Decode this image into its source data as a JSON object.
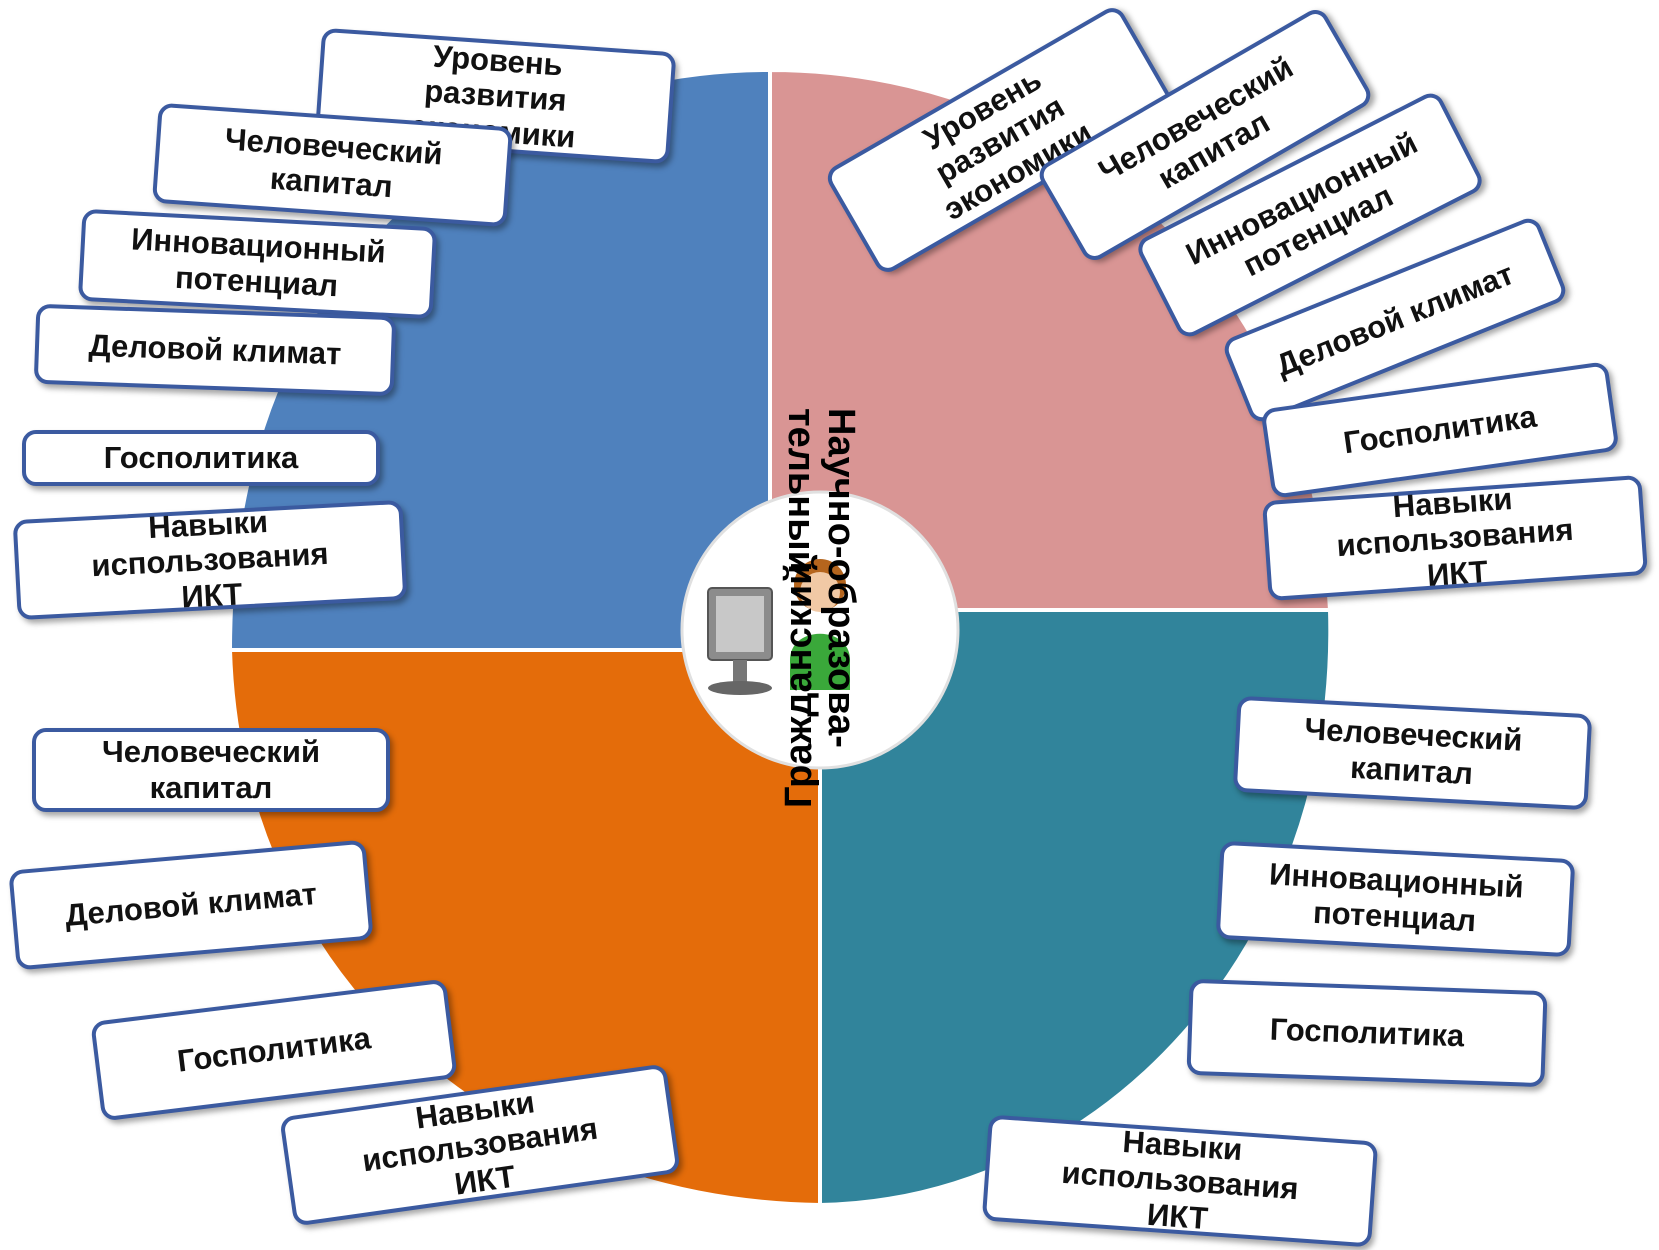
{
  "colors": {
    "top_left": "#4f81bd",
    "top_right": "#d99594",
    "bottom_left": "#e46c0a",
    "bottom_right": "#31849b",
    "label_border": "#3b5aa0"
  },
  "center": {
    "icon": "person-at-computer-icon",
    "text_a": "Научно-образова-\nтельный",
    "text_b": "Гражданский"
  },
  "labels": {
    "tl1": "Уровень\nразвития\nэкономики",
    "tl2": "Человеческий\nкапитал",
    "tl3": "Инновационный\nпотенциал",
    "tl4": "Деловой климат",
    "tl5": "Госполитика",
    "tl6": "Навыки\nиспользования\nИКТ",
    "tr1": "Уровень\nразвития\nэкономики",
    "tr2": "Человеческий\nкапитал",
    "tr3": "Инновационный\nпотенциал",
    "tr4": "Деловой климат",
    "tr5": "Госполитика",
    "tr6": "Навыки\nиспользования\nИКТ",
    "bl1": "Человеческий\nкапитал",
    "bl2": "Деловой климат",
    "bl3": "Госполитика",
    "bl4": "Навыки\nиспользования\nИКТ",
    "br1": "Человеческий\nкапитал",
    "br2": "Инновационный\nпотенциал",
    "br3": "Госполитика",
    "br4": "Навыки\nиспользования\nИКТ"
  }
}
